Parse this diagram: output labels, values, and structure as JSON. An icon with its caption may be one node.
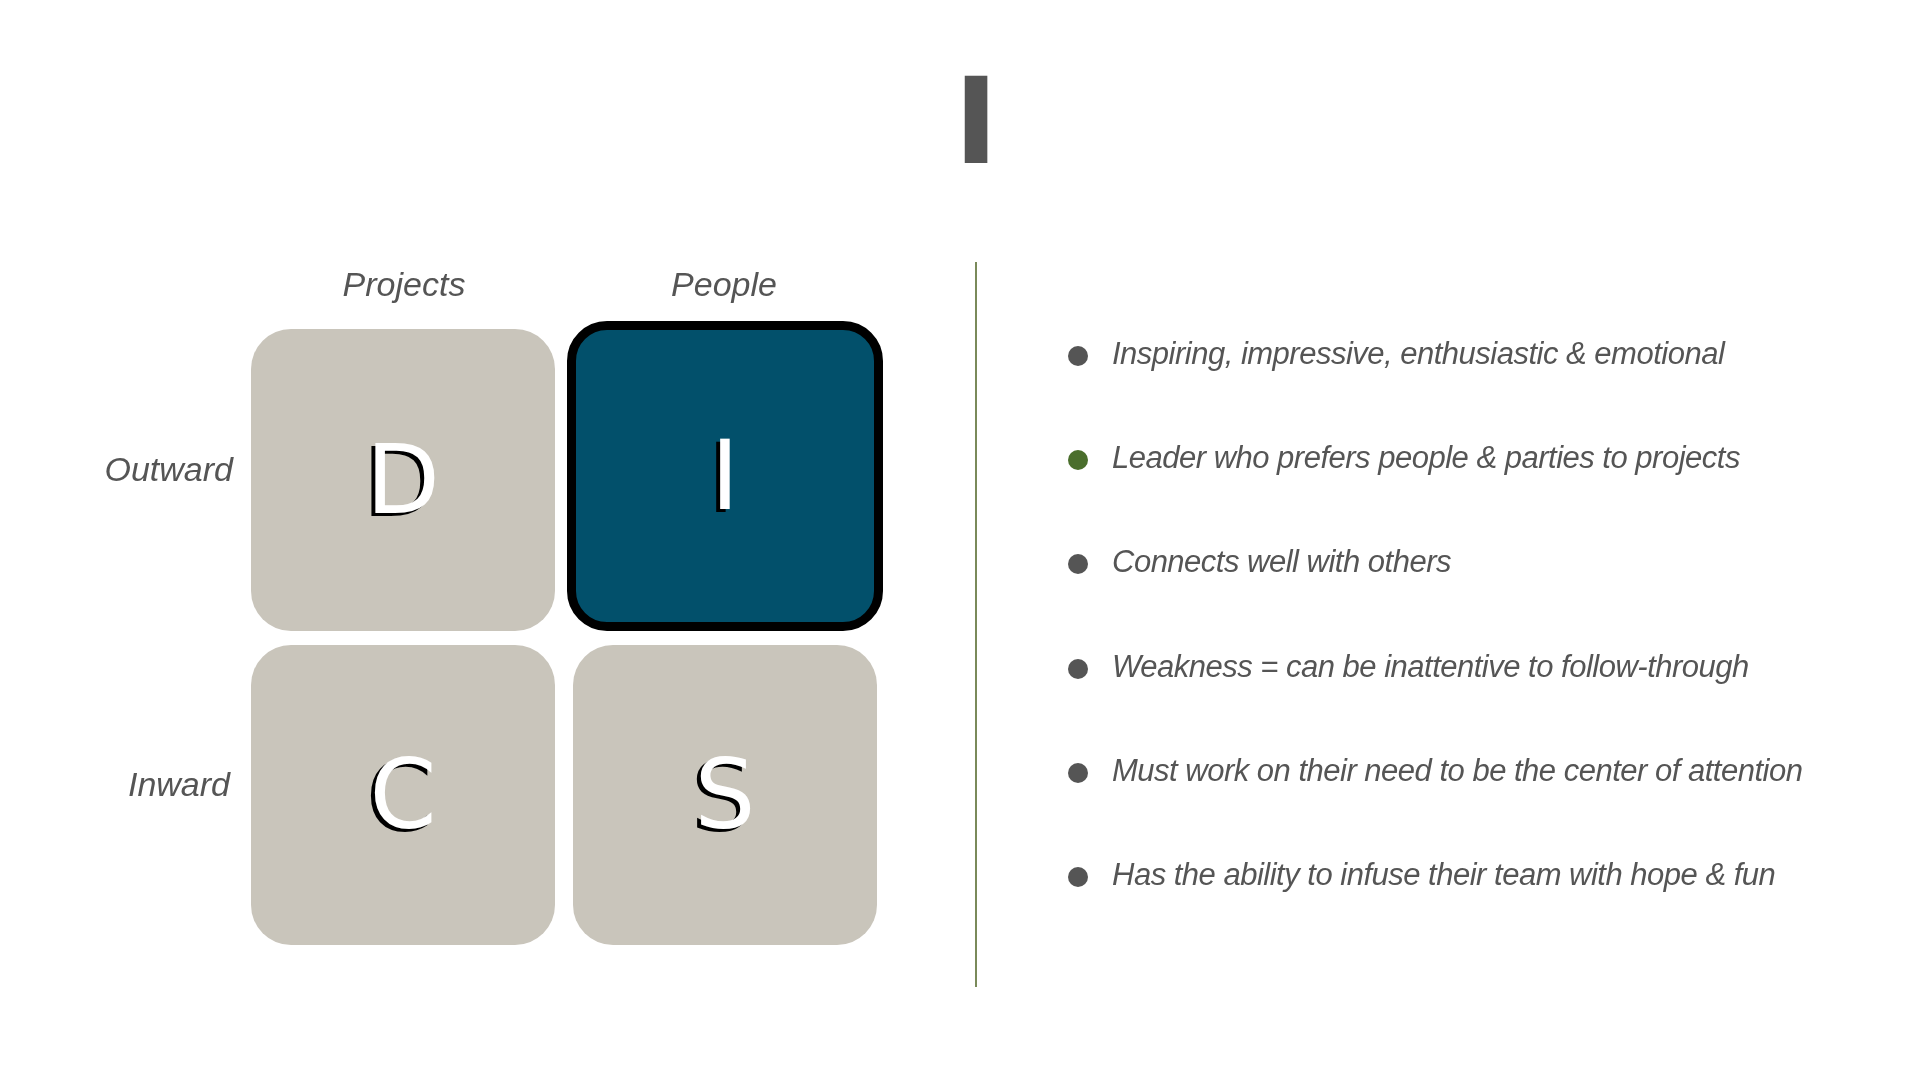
{
  "diagram": {
    "title": "I",
    "nodes": [
      {
        "text": [
          "D"
        ]
      },
      {
        "text": [
          "I"
        ]
      },
      {
        "text": [
          "C"
        ]
      },
      {
        "text": [
          "S"
        ]
      }
    ],
    "edges": [],
    "labels": [
      "Projects",
      "People",
      "Outward",
      "Inward",
      "Inspiring, impressive, enthusiastic & emotional",
      "Leader who prefers people & parties to projects",
      "Connects well with others",
      "Weakness = can be inattentive to follow-through",
      "Must work on their need to be the center of attention",
      "Has the ability to infuse their team with hope & fun"
    ]
  }
}
